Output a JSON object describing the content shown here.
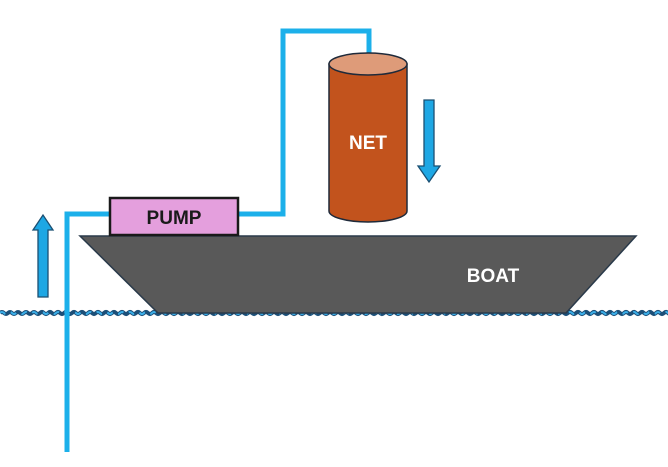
{
  "labels": {
    "pump": "PUMP",
    "net": "NET",
    "boat": "BOAT"
  },
  "colors": {
    "background": "#ffffff",
    "pipe": "#1cb0ea",
    "arrow_fill": "#1ea7e4",
    "arrow_stroke": "#1b4f72",
    "pump_fill": "#e49fdd",
    "pump_stroke": "#1a1a1a",
    "net_body": "#c2531d",
    "net_top": "#de9b79",
    "net_stroke": "#1f2a3a",
    "boat_fill": "#595959",
    "boat_stroke": "#2a3a4a",
    "water_dark": "#1c4f78",
    "water_light": "#3aaee8",
    "pump_text": "#1a1a1a",
    "net_text": "#ffffff",
    "boat_text": "#ffffff"
  },
  "icons": {
    "flow_up": "arrow-up-icon",
    "flow_down": "arrow-down-icon"
  }
}
